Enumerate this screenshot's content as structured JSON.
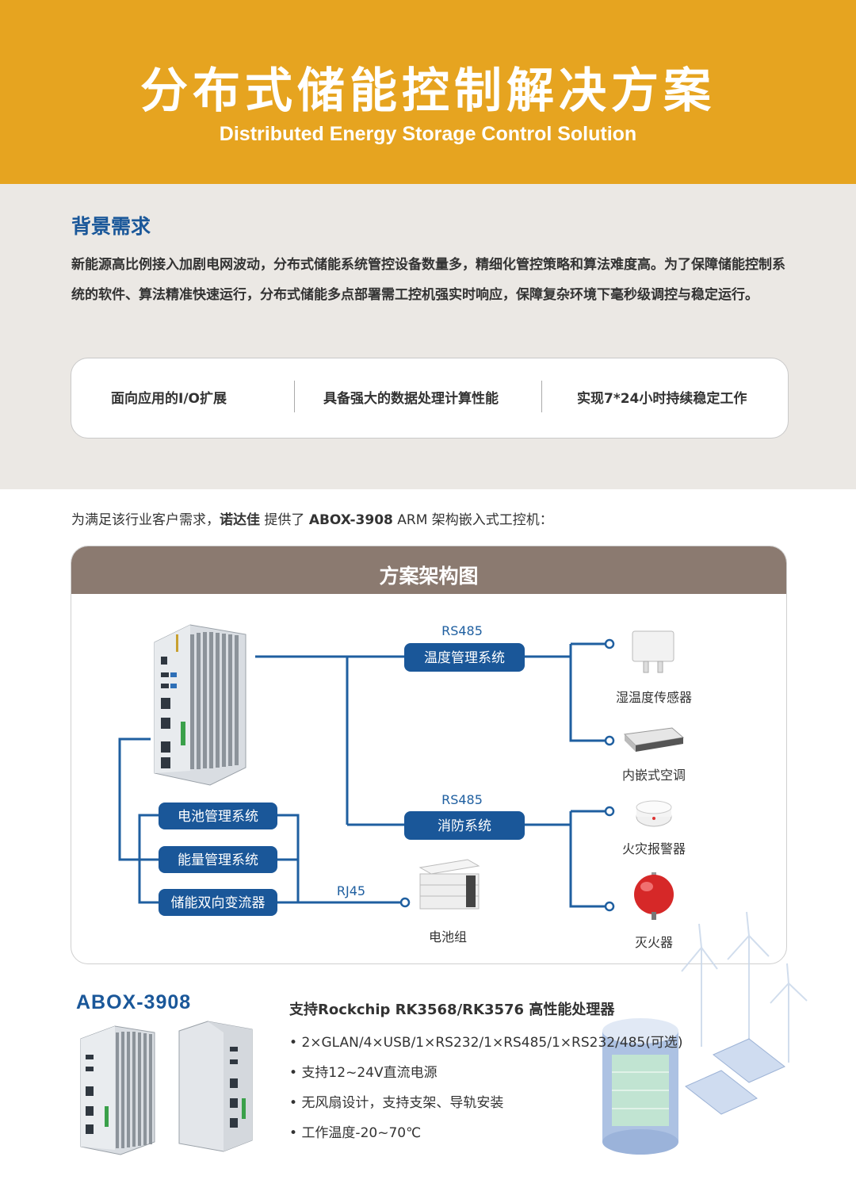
{
  "header": {
    "title_zh": "分布式储能控制解决方案",
    "title_en": "Distributed Energy Storage Control Solution"
  },
  "background": {
    "heading": "背景需求",
    "paragraph": "新能源高比例接入加剧电网波动，分布式储能系统管控设备数量多，精细化管控策略和算法难度高。为了保障储能控制系统的软件、算法精准快速运行，分布式储能多点部署需工控机强实时响应，保障复杂环境下毫秒级调控与稳定运行。",
    "features": [
      "面向应用的I/O扩展",
      "具备强大的数据处理计算性能",
      "实现7*24小时持续稳定工作"
    ]
  },
  "intro": {
    "prefix": "为满足该行业客户需求，",
    "brand": "诺达佳",
    "middle": " 提供了 ",
    "model": "ABOX-3908",
    "suffix": " ARM 架构嵌入式工控机："
  },
  "diagram": {
    "title": "方案架构图",
    "protocol_top": "RS485",
    "protocol_mid": "RS485",
    "protocol_rj45": "RJ45",
    "temp_system": "温度管理系统",
    "fire_system": "消防系统",
    "left_systems": [
      "电池管理系统",
      "能量管理系统",
      "储能双向变流器"
    ],
    "devices": {
      "humidity_sensor": "湿温度传感器",
      "ac": "内嵌式空调",
      "fire_alarm": "火灾报警器",
      "extinguisher": "灭火器",
      "battery": "电池组"
    },
    "colors": {
      "accent": "#1a5799",
      "line": "#1f5fa0"
    }
  },
  "product": {
    "name": "ABOX-3908",
    "spec_title": "支持Rockchip RK3568/RK3576 高性能处理器",
    "specs": [
      "2×GLAN/4×USB/1×RS232/1×RS485/1×RS232/485(可选)",
      "支持12~24V直流电源",
      "无风扇设计，支持支架、导轨安装",
      "工作温度-20~70℃"
    ]
  }
}
